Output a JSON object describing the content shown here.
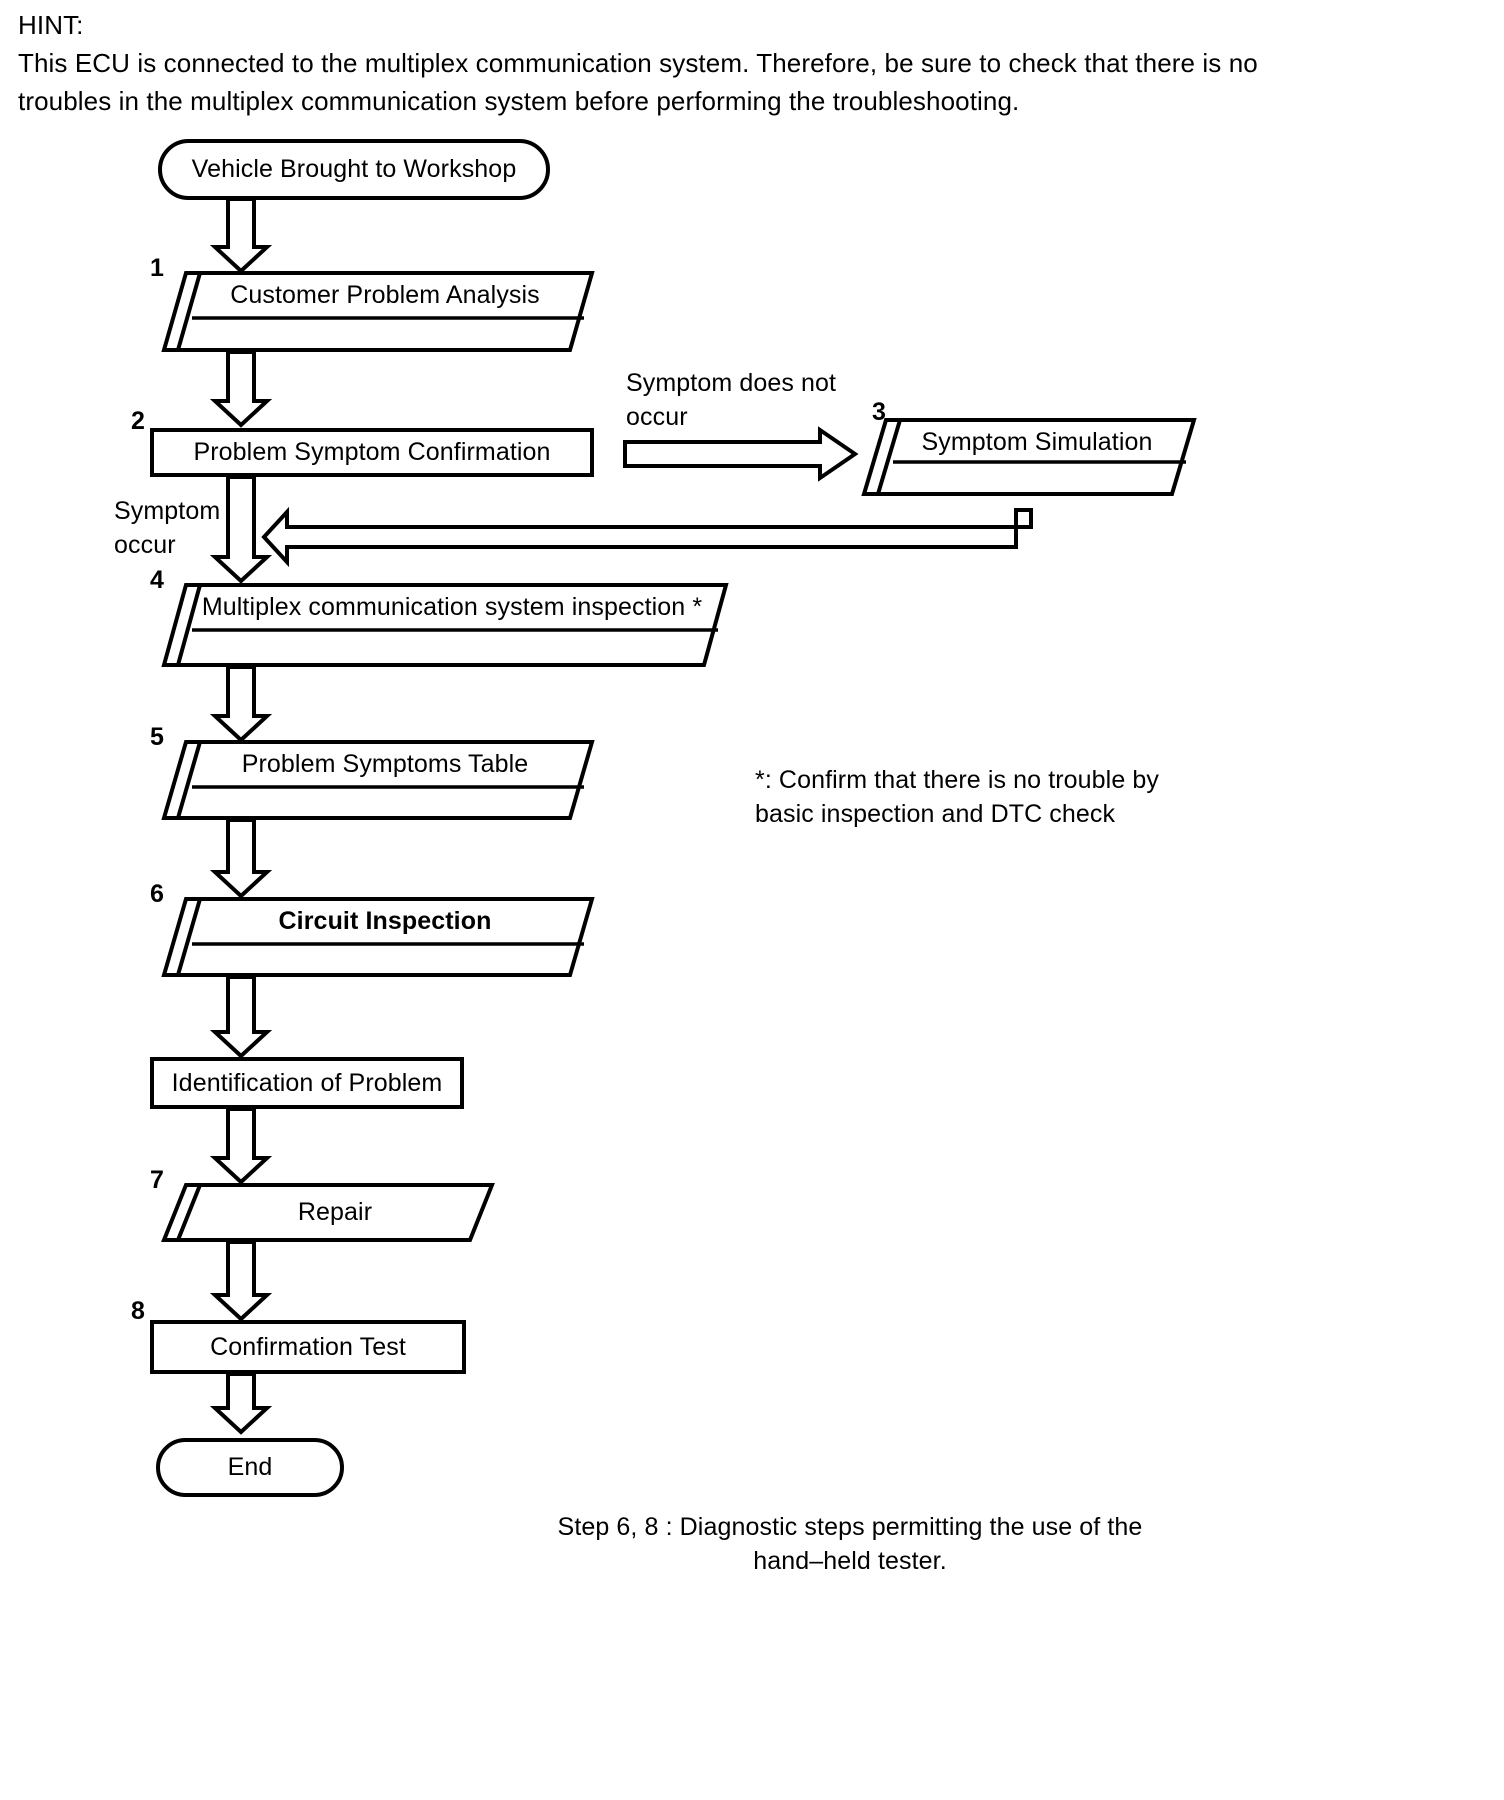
{
  "hint": {
    "title": "HINT:",
    "body": "This ECU is connected to the multiplex communication system. Therefore, be sure to check that there is no troubles in the multiplex communication system before performing the troubleshooting."
  },
  "diagram": {
    "type": "flowchart",
    "title": "Troubleshooting procedure flowchart",
    "nodes": [
      {
        "id": "start",
        "label": "Vehicle Brought to Workshop",
        "shape": "stadium",
        "step": ""
      },
      {
        "id": "n1",
        "label": "Customer Problem Analysis",
        "shape": "parallelogram-double",
        "step": "1"
      },
      {
        "id": "n2",
        "label": "Problem Symptom Confirmation",
        "shape": "rectangle",
        "step": "2"
      },
      {
        "id": "n3",
        "label": "Symptom Simulation",
        "shape": "parallelogram-double",
        "step": "3"
      },
      {
        "id": "n4",
        "label": "Multiplex communication system inspection *",
        "shape": "parallelogram-double",
        "step": "4"
      },
      {
        "id": "n5",
        "label": "Problem Symptoms Table",
        "shape": "parallelogram-double",
        "step": "5"
      },
      {
        "id": "n6",
        "label": "Circuit Inspection",
        "shape": "parallelogram-double",
        "step": "6",
        "bold": true
      },
      {
        "id": "n7",
        "label": "Identification of Problem",
        "shape": "rectangle",
        "step": ""
      },
      {
        "id": "n8",
        "label": "Repair",
        "shape": "parallelogram",
        "step": "7"
      },
      {
        "id": "n9",
        "label": "Confirmation Test",
        "shape": "rectangle",
        "step": "8"
      },
      {
        "id": "end",
        "label": "End",
        "shape": "stadium",
        "step": ""
      }
    ],
    "edge_labels": {
      "symptom_not_occur_line1": "Symptom does not",
      "symptom_not_occur_line2": "occur",
      "symptom_occur_line1": "Symptom",
      "symptom_occur_line2": "occur"
    },
    "notes": {
      "asterisk_line1": "*: Confirm that there is no trouble by",
      "asterisk_line2": "basic inspection and DTC check",
      "footer_line1": "Step 6, 8 : Diagnostic steps permitting the use of the",
      "footer_line2": "hand–held tester."
    }
  }
}
